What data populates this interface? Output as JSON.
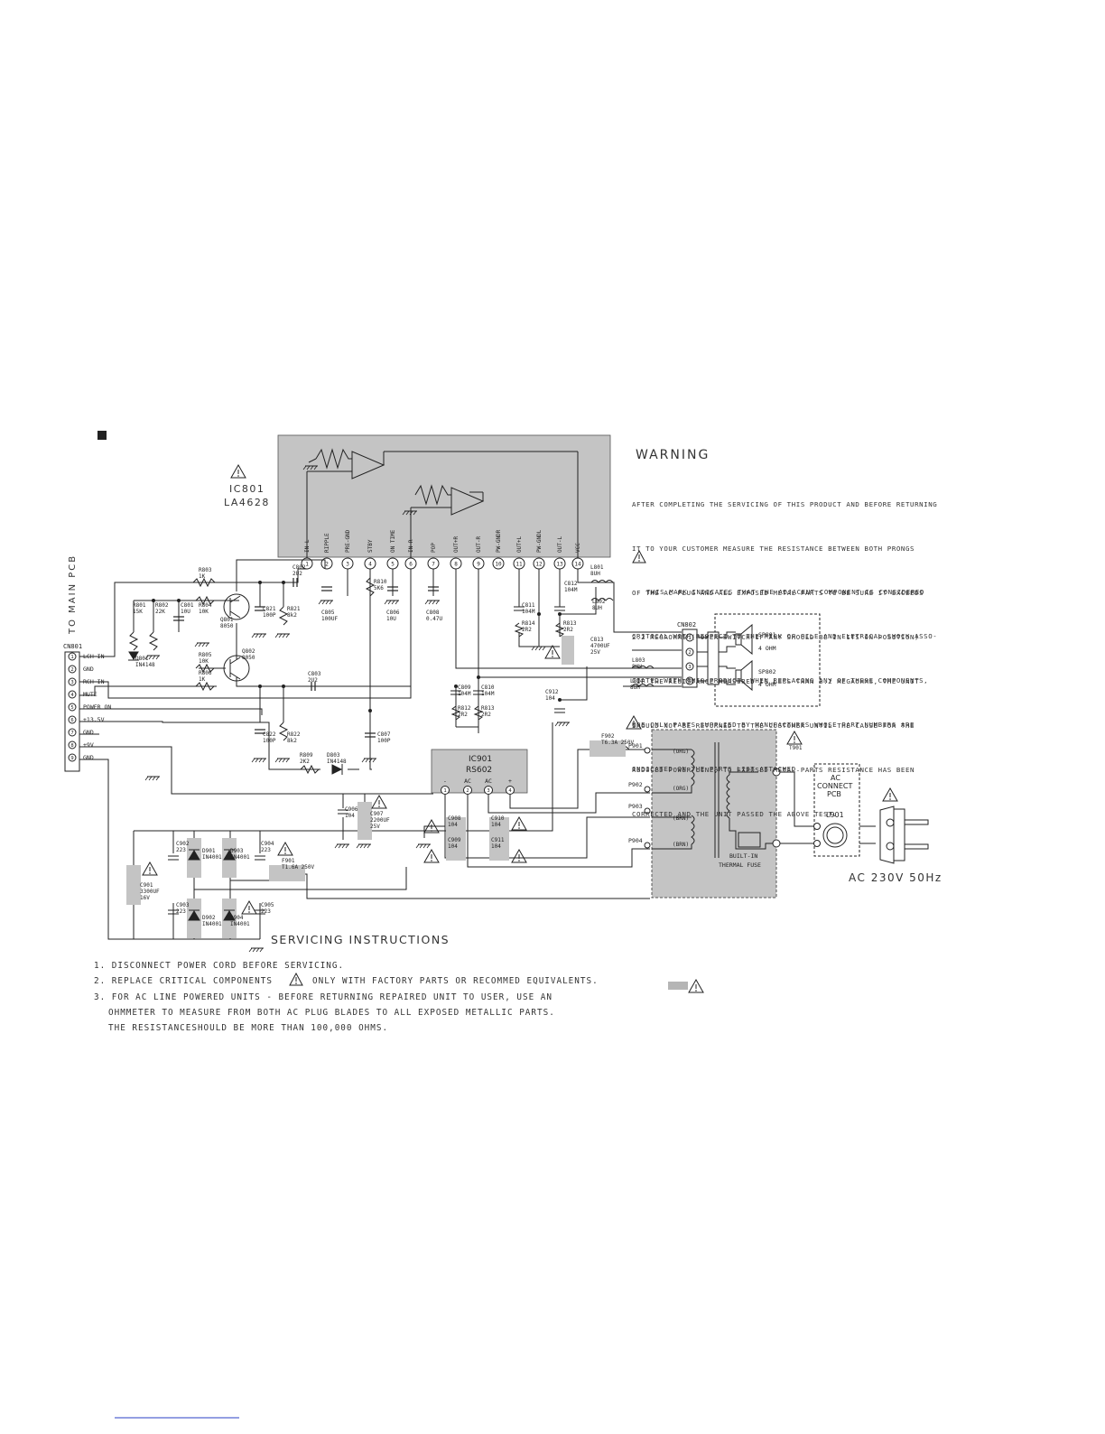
{
  "header": {
    "section_marker": "■"
  },
  "ic801": {
    "ref": "IC801",
    "part": "LA4628"
  },
  "ic801_pins": [
    {
      "num": "1",
      "name": "IN-L"
    },
    {
      "num": "2",
      "name": "RIPPLE"
    },
    {
      "num": "3",
      "name": "PRE-GND"
    },
    {
      "num": "4",
      "name": "STBY"
    },
    {
      "num": "5",
      "name": "ON TIME"
    },
    {
      "num": "6",
      "name": "IN-R"
    },
    {
      "num": "7",
      "name": "POP"
    },
    {
      "num": "8",
      "name": "OUT+R"
    },
    {
      "num": "9",
      "name": "OUT-R"
    },
    {
      "num": "10",
      "name": "PW-GNDR"
    },
    {
      "num": "11",
      "name": "OUT+L"
    },
    {
      "num": "12",
      "name": "PW-GNDL"
    },
    {
      "num": "13",
      "name": "OUT-L"
    },
    {
      "num": "14",
      "name": "VCC"
    }
  ],
  "warning": {
    "title": "WARNING",
    "lines": [
      "AFTER COMPLETING THE SERVICING OF THIS PRODUCT AND BEFORE RETURNING",
      "IT TO YOUR CUSTOMER MEASURE THE RESISTANCE BETWEEN BOTH PRONGS",
      "OF THE AC PLUG AND ALL EXPOSED METAL PARTS TO BE SURE IT EXCEEDS",
      "2.2 MEGAOHMS (POWER SWITCH IF ANY SHOULD BE IN ITS ON POSITION)",
      " IF THE RESISTANCE MEASURED IS LESS THAN 2.2 MEGAOHMS, THE UNIT",
      "SHOULD NOT BE RETURNED TO THE CUSTOMER UNTIL THE CAUSE FOR THE",
      "REDUCED POWER LINE, TO EXPOSED METAL PARTS RESISTANCE HAS BEEN",
      "CORRECTED AND THE UNIT PASSED THE ABOVE TEST."
    ],
    "mark_lines": [
      "THIS MARK INDICATES THAT THE ADJACENT COMPONENT IS CONSIDERED",
      "CRITICAL WITH RESPECT TO THE RISK OF FILE AND ELETRICAL SHOCK ASSO-",
      "CIATED WITH THIS PRODUCT. WHEN REPLACING ANY OF THESE COMPONENTS,",
      "USE ONLY PARTS SUPPLIED BY MANUFACTURES WHOSE PART NUMBERS ARE",
      "INDICATED ON THE PARTS LIST ATTACHED."
    ]
  },
  "connector_cn801": {
    "ref": "CN801",
    "side_label": "TO MAIN PCB",
    "pins": [
      {
        "num": "1",
        "label": "LCH IN"
      },
      {
        "num": "2",
        "label": "GND"
      },
      {
        "num": "3",
        "label": "RCH-IN"
      },
      {
        "num": "4",
        "label": "MUTE"
      },
      {
        "num": "5",
        "label": "POWER ON"
      },
      {
        "num": "6",
        "label": "+13.5V"
      },
      {
        "num": "7",
        "label": "GND"
      },
      {
        "num": "8",
        "label": "+9V"
      },
      {
        "num": "9",
        "label": "GND"
      }
    ]
  },
  "connector_cn802": {
    "ref": "CN802",
    "pins": [
      "1",
      "2",
      "3",
      "4"
    ]
  },
  "speakers": [
    {
      "ref": "SP801",
      "value": "4 OHM"
    },
    {
      "ref": "SP802",
      "value": "4 OHM"
    }
  ],
  "components": {
    "r803": [
      "R803",
      "1K"
    ],
    "r801": [
      "R801",
      "15K"
    ],
    "r802": [
      "R802",
      "22K"
    ],
    "c801": [
      "C801",
      "10U"
    ],
    "r804": [
      "R804",
      "10K"
    ],
    "q801": [
      "Q801",
      "8050"
    ],
    "q802": [
      "Q802",
      "8050"
    ],
    "r805": [
      "R805",
      "10K"
    ],
    "r806": [
      "R806",
      "1K"
    ],
    "d801": [
      "D801",
      "IN4148"
    ],
    "c802": [
      "C802",
      "2U2"
    ],
    "c821": [
      "C821",
      "100P"
    ],
    "r821": [
      "R821",
      "8k2"
    ],
    "c805": [
      "C805",
      "100UF"
    ],
    "r810": [
      "R810",
      "5K6"
    ],
    "c806": [
      "C806",
      "10U"
    ],
    "c808": [
      "C808",
      "0.47U"
    ],
    "c803": [
      "C803",
      "2U2"
    ],
    "c822": [
      "C822",
      "100P"
    ],
    "r822": [
      "R822",
      "8k2"
    ],
    "c807": [
      "C807",
      "100P"
    ],
    "r809": [
      "R809",
      "2K2"
    ],
    "d803": [
      "D803",
      "IN4148"
    ],
    "c811": [
      "C811",
      "104M"
    ],
    "r814": [
      "R814",
      "2R2"
    ],
    "c812": [
      "C812",
      "104M"
    ],
    "r813b": [
      "R813",
      "2R2"
    ],
    "c813": [
      "C813",
      "4700UF",
      "25V"
    ],
    "l801": [
      "L801",
      "8UH"
    ],
    "l802": [
      "L802",
      "8UH"
    ],
    "l803": [
      "L803",
      "8UH"
    ],
    "l804": [
      "L804",
      "8UH"
    ],
    "c809": [
      "C809",
      "104M"
    ],
    "c810": [
      "C810",
      "104M"
    ],
    "r812": [
      "R812",
      "2R2"
    ],
    "r813": [
      "R813",
      "2R2"
    ],
    "c912": [
      "C912",
      "104"
    ],
    "ic901": [
      "IC901",
      "RS602"
    ],
    "c906": [
      "C906",
      "104"
    ],
    "c907": [
      "C907",
      "2200UF",
      "25V"
    ],
    "c908": [
      "C908",
      "104"
    ],
    "c909": [
      "C909",
      "104"
    ],
    "c910": [
      "C910",
      "104"
    ],
    "c911": [
      "C911",
      "104"
    ],
    "c902": [
      "C902",
      "223"
    ],
    "c903": [
      "C903",
      "223"
    ],
    "c904": [
      "C904",
      "223"
    ],
    "c905": [
      "C905",
      "223"
    ],
    "d901": [
      "D901",
      "IN4001"
    ],
    "d902": [
      "D902",
      "IN4001"
    ],
    "d903": [
      "D903",
      "IN4001"
    ],
    "d904": [
      "D904",
      "IN4001"
    ],
    "c901": [
      "C901",
      "3300UF",
      "16V"
    ],
    "f901": [
      "F901",
      "T1.6A 250V"
    ],
    "f902": [
      "F902",
      "T6.3A 250V"
    ],
    "t901": [
      "T901"
    ],
    "l901": [
      "L901"
    ]
  },
  "ic901_pins": [
    "-",
    "AC",
    "AC",
    "+"
  ],
  "ic901_pin_nums": [
    "1",
    "2",
    "3",
    "4"
  ],
  "transformer": {
    "ports": [
      "P901",
      "P902",
      "P903",
      "P904"
    ],
    "windings": [
      "(ORG)",
      "(ORG)",
      "(BRN)",
      "(BRN)"
    ],
    "fuse_label_1": "BUILT-IN",
    "fuse_label_2": "THERMAL FUSE"
  },
  "ac_connect": {
    "line1": "AC",
    "line2": "CONNECT",
    "line3": "PCB"
  },
  "ac_supply": "AC 230V 50Hz",
  "servicing": {
    "title": "SERVICING INSTRUCTIONS",
    "items": [
      "1. DISCONNECT POWER CORD BEFORE SERVICING.",
      "2. REPLACE CRITICAL COMPONENTS",
      "ONLY WITH FACTORY PARTS OR RECOMMED EQUIVALENTS.",
      "3. FOR AC LINE POWERED UNITS - BEFORE RETURNING REPAIRED UNIT TO USER, USE AN",
      "OHMMETER TO MEASURE FROM BOTH AC PLUG BLADES TO ALL EXPOSED METALLIC PARTS.",
      "THE RESISTANCESHOULD BE MORE THAN 100,000 OHMS."
    ]
  },
  "colors": {
    "shade": "#c4c4c4",
    "line": "#222222",
    "legend_swatch": "#b5b5b5",
    "footer_link": "#2a3fc4"
  }
}
